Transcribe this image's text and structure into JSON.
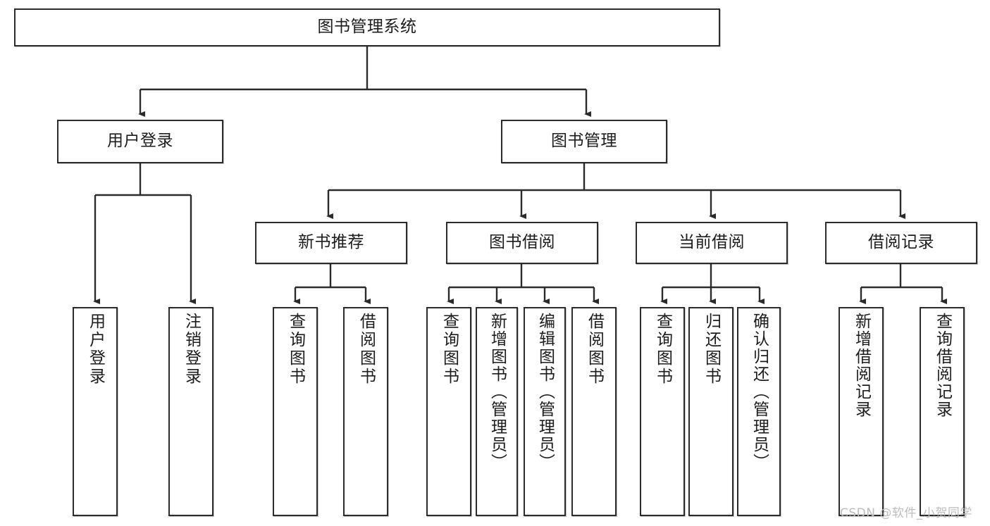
{
  "diagram": {
    "title": "图书管理系统",
    "type": "tree",
    "orientation": "top-down",
    "line_color": "#2b2b2b",
    "box_fill": "#ffffff",
    "text_color": "#1c1c1c"
  },
  "nodes": {
    "root": {
      "label": "图书管理系统",
      "level": 1
    },
    "level2": [
      {
        "id": "user-login",
        "label": "用户登录"
      },
      {
        "id": "book-manage",
        "label": "图书管理"
      }
    ],
    "level3": [
      {
        "id": "new-book-recommend",
        "label": "新书推荐"
      },
      {
        "id": "book-borrow",
        "label": "图书借阅"
      },
      {
        "id": "current-borrow",
        "label": "当前借阅"
      },
      {
        "id": "borrow-record",
        "label": "借阅记录"
      }
    ],
    "leaves": {
      "user-login": [
        {
          "id": "leaf-user-login",
          "label": "用户登录"
        },
        {
          "id": "leaf-logout-login",
          "label": "注销登录"
        }
      ],
      "new-book-recommend": [
        {
          "id": "leaf-query-book-1",
          "label": "查询图书"
        },
        {
          "id": "leaf-borrow-book-1",
          "label": "借阅图书"
        }
      ],
      "book-borrow": [
        {
          "id": "leaf-query-book-2",
          "label": "查询图书"
        },
        {
          "id": "leaf-add-book",
          "label": "新增图书（管理员）"
        },
        {
          "id": "leaf-edit-book",
          "label": "编辑图书（管理员）"
        },
        {
          "id": "leaf-borrow-book-2",
          "label": "借阅图书"
        }
      ],
      "current-borrow": [
        {
          "id": "leaf-query-book-3",
          "label": "查询图书"
        },
        {
          "id": "leaf-return-book",
          "label": "归还图书"
        },
        {
          "id": "leaf-confirm-return",
          "label": "确认归还（管理员）"
        }
      ],
      "borrow-record": [
        {
          "id": "leaf-add-record",
          "label": "新增借阅记录"
        },
        {
          "id": "leaf-query-record",
          "label": "查询借阅记录"
        }
      ]
    }
  },
  "watermark": {
    "text": "CSDN @软件_小贺同学",
    "color": "#bdbdbd"
  }
}
